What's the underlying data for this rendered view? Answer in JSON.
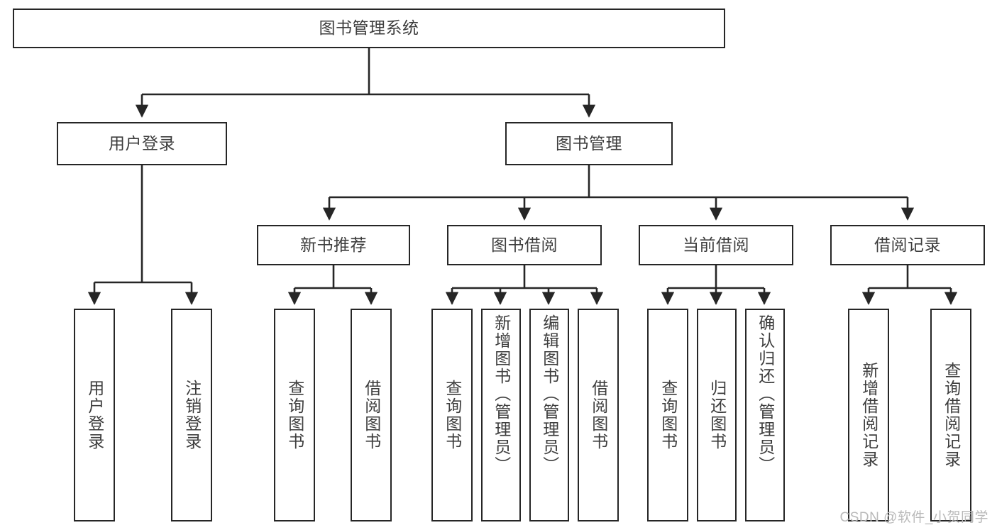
{
  "diagram": {
    "title": "图书管理系统",
    "type": "functional-structure-tree",
    "colors": {
      "box_border": "#262626",
      "box_fill": "#ffffff",
      "text": "#3d3d3d",
      "edge": "#262626",
      "watermark": "#b9b9b9",
      "background": "#ffffff"
    },
    "root": {
      "id": "root",
      "label": "图书管理系统"
    },
    "level2": [
      {
        "id": "user-login",
        "label": "用户登录"
      },
      {
        "id": "book-manage",
        "label": "图书管理"
      }
    ],
    "level3": [
      {
        "id": "new-book-recommend",
        "label": "新书推荐",
        "parent": "book-manage"
      },
      {
        "id": "book-borrow",
        "label": "图书借阅",
        "parent": "book-manage"
      },
      {
        "id": "current-borrow",
        "label": "当前借阅",
        "parent": "book-manage"
      },
      {
        "id": "borrow-record",
        "label": "借阅记录",
        "parent": "book-manage"
      }
    ],
    "leaves": [
      {
        "id": "leaf-user-login",
        "label": "用户登录",
        "parent": "user-login"
      },
      {
        "id": "leaf-user-logout",
        "label": "注销登录",
        "parent": "user-login"
      },
      {
        "id": "leaf-query-book-rec",
        "label": "查询图书",
        "parent": "new-book-recommend"
      },
      {
        "id": "leaf-borrow-book-rec",
        "label": "借阅图书",
        "parent": "new-book-recommend"
      },
      {
        "id": "leaf-query-book-borrow",
        "label": "查询图书",
        "parent": "book-borrow"
      },
      {
        "id": "leaf-add-book",
        "label": "新增图书（管理员）",
        "parent": "book-borrow"
      },
      {
        "id": "leaf-edit-book",
        "label": "编辑图书（管理员）",
        "parent": "book-borrow"
      },
      {
        "id": "leaf-borrow-book",
        "label": "借阅图书",
        "parent": "book-borrow"
      },
      {
        "id": "leaf-query-book-cur",
        "label": "查询图书",
        "parent": "current-borrow"
      },
      {
        "id": "leaf-return-book",
        "label": "归还图书",
        "parent": "current-borrow"
      },
      {
        "id": "leaf-confirm-return",
        "label": "确认归还（管理员）",
        "parent": "current-borrow"
      },
      {
        "id": "leaf-add-record",
        "label": "新增借阅记录",
        "parent": "borrow-record"
      },
      {
        "id": "leaf-query-record",
        "label": "查询借阅记录",
        "parent": "borrow-record"
      }
    ]
  },
  "watermark": {
    "text": "CSDN @软件_小贺同学"
  }
}
